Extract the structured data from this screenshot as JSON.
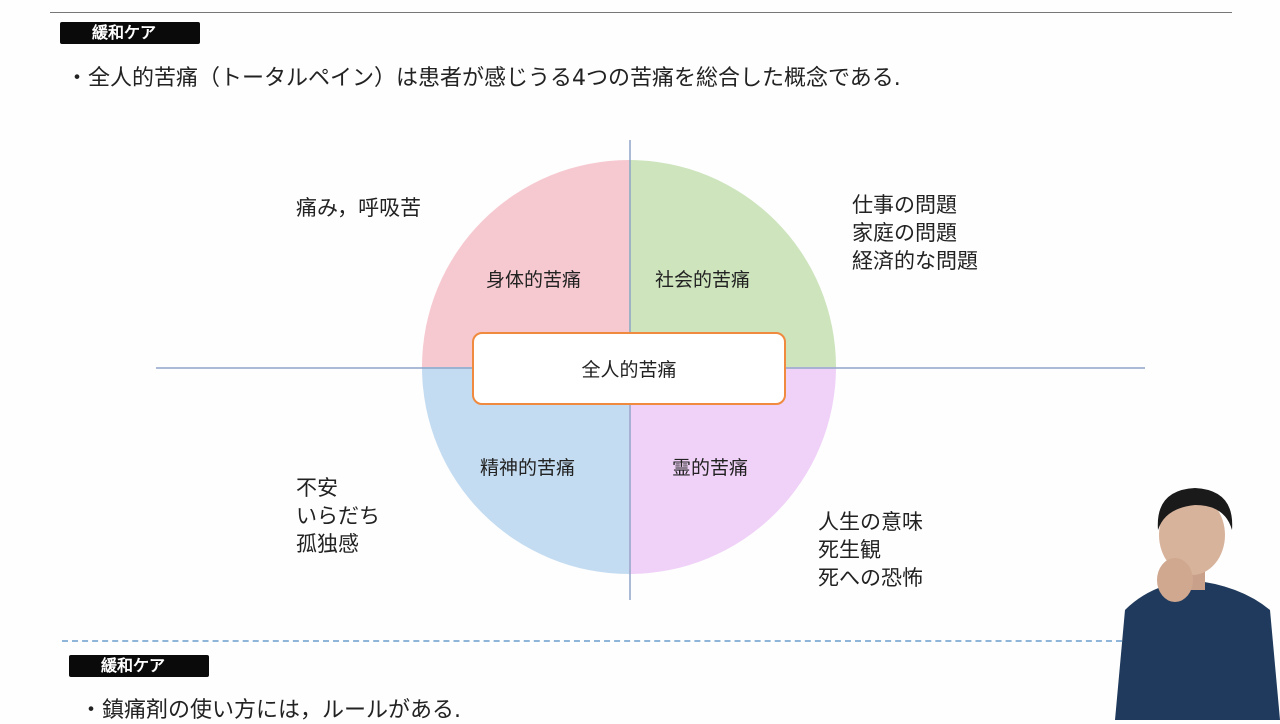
{
  "section1": {
    "tag": "緩和ケア",
    "bullet": "・全人的苦痛（トータルペイン）は患者が感じうる4つの苦痛を総合した概念である."
  },
  "diagram": {
    "center": "全人的苦痛",
    "quadrants": [
      {
        "label": "身体的苦痛",
        "color": "#f6c9d0",
        "examples": "痛み，呼吸苦"
      },
      {
        "label": "社会的苦痛",
        "color": "#cde4bd",
        "examples": "仕事の問題\n家庭の問題\n経済的な問題"
      },
      {
        "label": "精神的苦痛",
        "color": "#c4dcf1",
        "examples": "不安\nいらだち\n孤独感"
      },
      {
        "label": "霊的苦痛",
        "color": "#f0d2f8",
        "examples": "人生の意味\n死生観\n死への恐怖"
      }
    ]
  },
  "section2": {
    "tag": "緩和ケア",
    "bullet": "・鎮痛剤の使い方には，ルールがある."
  }
}
